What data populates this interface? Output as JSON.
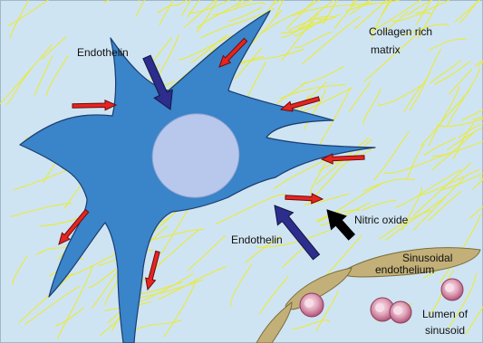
{
  "labels": {
    "collagen_line1": "Collagen rich",
    "collagen_line2": "matrix",
    "endothelin_top": "Endothelin",
    "endothelin_bottom": "Endothelin",
    "nitric_oxide": "Nitric oxide",
    "sinusoidal_line1": "Sinusoidal",
    "sinusoidal_line2": "endothelium",
    "lumen_line1": "Lumen of",
    "lumen_line2": "sinusoid"
  },
  "colors": {
    "background": "#cfe4f2",
    "collagen": "#e9ea3a",
    "cell": "#3a84c9",
    "cell_outline": "#1a3d6e",
    "nucleus": "#b7c8ec",
    "contraction_arrow": "#e52521",
    "endothelin_arrow": "#2c2d8c",
    "nitric_oxide_arrow": "#000000",
    "endothelium": "#c2b078",
    "red_cell": "#c7728f"
  }
}
